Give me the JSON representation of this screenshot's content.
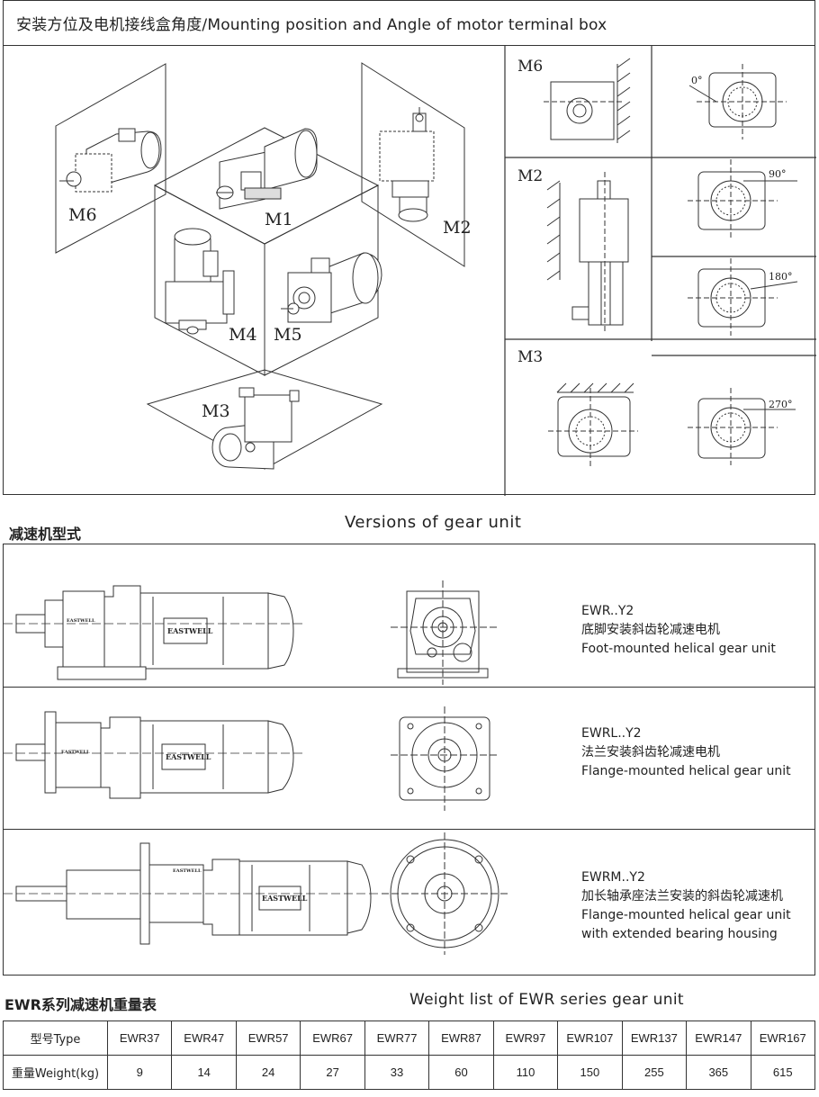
{
  "mounting": {
    "title": "安装方位及电机接线盒角度/Mounting  position and Angle of motor terminal box",
    "positions": {
      "m1": "M1",
      "m2": "M2",
      "m3": "M3",
      "m4": "M4",
      "m5": "M5",
      "m6": "M6"
    },
    "side_panels": {
      "top": "M6",
      "middle": "M2",
      "bottom": "M3"
    },
    "angles": [
      "0°",
      "90°",
      "180°",
      "270°"
    ]
  },
  "versions": {
    "title_cn": "减速机型式",
    "title_en": "Versions  of  gear  unit",
    "brand": "EASTWELL",
    "rows": [
      {
        "model": "EWR..Y2",
        "cn": "底脚安装斜齿轮减速电机",
        "en": "Foot-mounted  helical gear unit",
        "en2": ""
      },
      {
        "model": "EWRL..Y2",
        "cn": "法兰安装斜齿轮减速电机",
        "en": "Flange-mounted helical gear unit",
        "en2": ""
      },
      {
        "model": "EWRM..Y2",
        "cn": "加长轴承座法兰安装的斜齿轮减速机",
        "en": "Flange-mounted helical gear unit",
        "en2": "with extended bearing housing"
      }
    ]
  },
  "weights": {
    "title_cn": "EWR系列减速机重量表",
    "title_en": "Weight list of EWR series gear unit",
    "type_label": "型号Type",
    "weight_label": "重量Weight(kg)",
    "types": [
      "EWR37",
      "EWR47",
      "EWR57",
      "EWR67",
      "EWR77",
      "EWR87",
      "EWR97",
      "EWR107",
      "EWR137",
      "EWR147",
      "EWR167"
    ],
    "values": [
      "9",
      "14",
      "24",
      "27",
      "33",
      "60",
      "110",
      "150",
      "255",
      "365",
      "615"
    ]
  }
}
